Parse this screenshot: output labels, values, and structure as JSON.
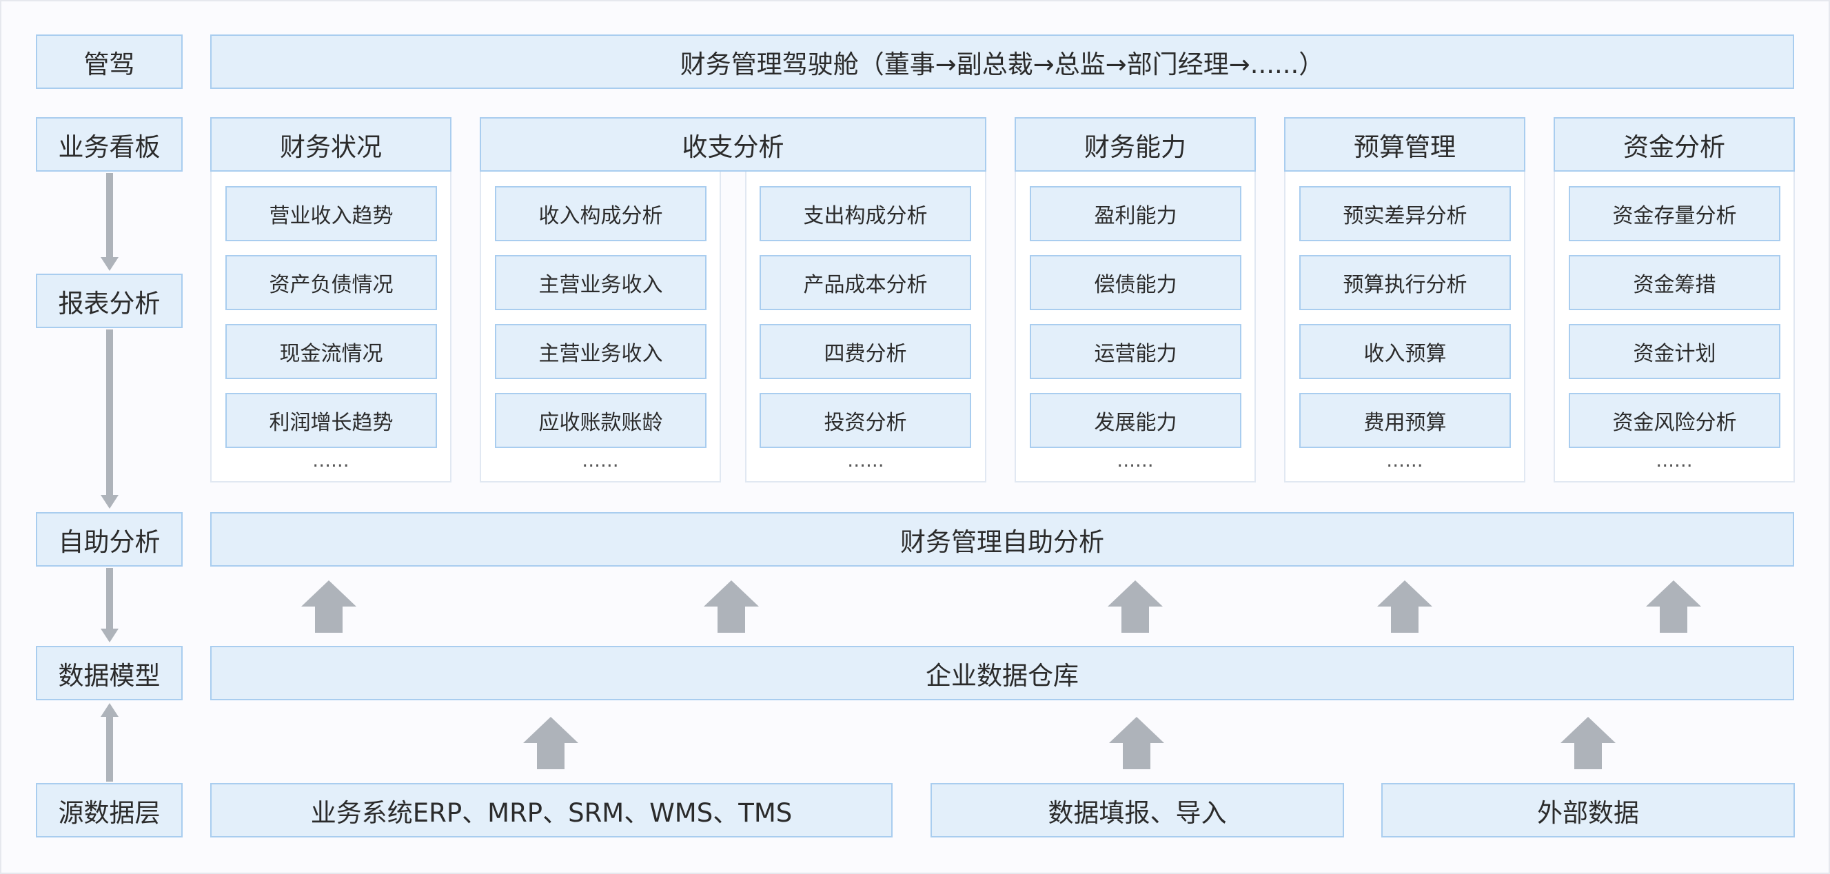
{
  "layers": {
    "cockpit": "管驾",
    "dashboard": "业务看板",
    "reports": "报表分析",
    "self_service": "自助分析",
    "data_model": "数据模型",
    "source": "源数据层"
  },
  "banners": {
    "cockpit": "财务管理驾驶舱（董事→副总裁→总监→部门经理→......）",
    "self_service": "财务管理自助分析",
    "warehouse": "企业数据仓库"
  },
  "columns": [
    {
      "title": "财务状况",
      "items": [
        "营业收入趋势",
        "资产负债情况",
        "现金流情况",
        "利润增长趋势"
      ]
    },
    {
      "title": "收支分析",
      "left_items": [
        "收入构成分析",
        "主营业务收入",
        "主营业务收入",
        "应收账款账龄"
      ],
      "right_items": [
        "支出构成分析",
        "产品成本分析",
        "四费分析",
        "投资分析"
      ]
    },
    {
      "title": "财务能力",
      "items": [
        "盈利能力",
        "偿债能力",
        "运营能力",
        "发展能力"
      ]
    },
    {
      "title": "预算管理",
      "items": [
        "预实差异分析",
        "预算执行分析",
        "收入预算",
        "费用预算"
      ]
    },
    {
      "title": "资金分析",
      "items": [
        "资金存量分析",
        "资金筹措",
        "资金计划",
        "资金风险分析"
      ]
    }
  ],
  "ellipsis": "......",
  "sources": [
    "业务系统ERP、MRP、SRM、WMS、TMS",
    "数据填报、导入",
    "外部数据"
  ],
  "colors": {
    "box_fill": "#e3effa",
    "box_border": "#a9cdef",
    "arrow": "#aeb3ba"
  },
  "icons": {
    "flow_arrow": "up-arrow-icon"
  }
}
